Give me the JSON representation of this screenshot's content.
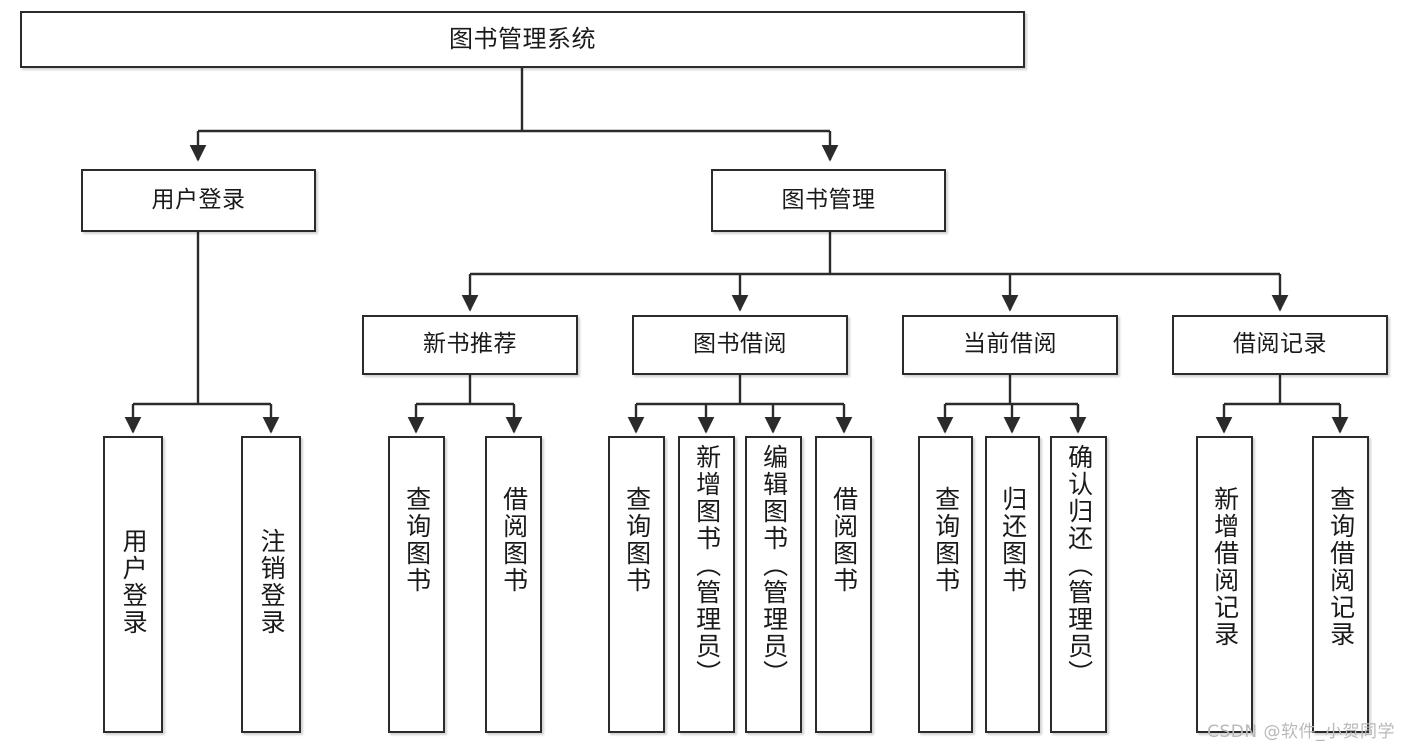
{
  "diagram": {
    "title": "图书管理系统",
    "type": "tree-hierarchy-diagram",
    "watermark": "CSDN @软件_小贺同学",
    "accent_color": "#2b2b2b",
    "background_color": "#ffffff",
    "nodes": {
      "root": {
        "label": "图书管理系统"
      },
      "level2": [
        {
          "label": "用户登录"
        },
        {
          "label": "图书管理"
        }
      ],
      "level3": [
        {
          "label": "新书推荐"
        },
        {
          "label": "图书借阅"
        },
        {
          "label": "当前借阅"
        },
        {
          "label": "借阅记录"
        }
      ],
      "leaves": {
        "user_login": [
          {
            "label": "用户登录"
          },
          {
            "label": "注销登录"
          }
        ],
        "new_book_recommend": [
          {
            "label": "查询图书"
          },
          {
            "label": "借阅图书"
          }
        ],
        "book_borrow": [
          {
            "label": "查询图书"
          },
          {
            "label": "新增图书（管理员）"
          },
          {
            "label": "编辑图书（管理员）"
          },
          {
            "label": "借阅图书"
          }
        ],
        "current_borrow": [
          {
            "label": "查询图书"
          },
          {
            "label": "归还图书"
          },
          {
            "label": "确认归还（管理员）"
          }
        ],
        "borrow_record": [
          {
            "label": "新增借阅记录"
          },
          {
            "label": "查询借阅记录"
          }
        ]
      }
    }
  }
}
